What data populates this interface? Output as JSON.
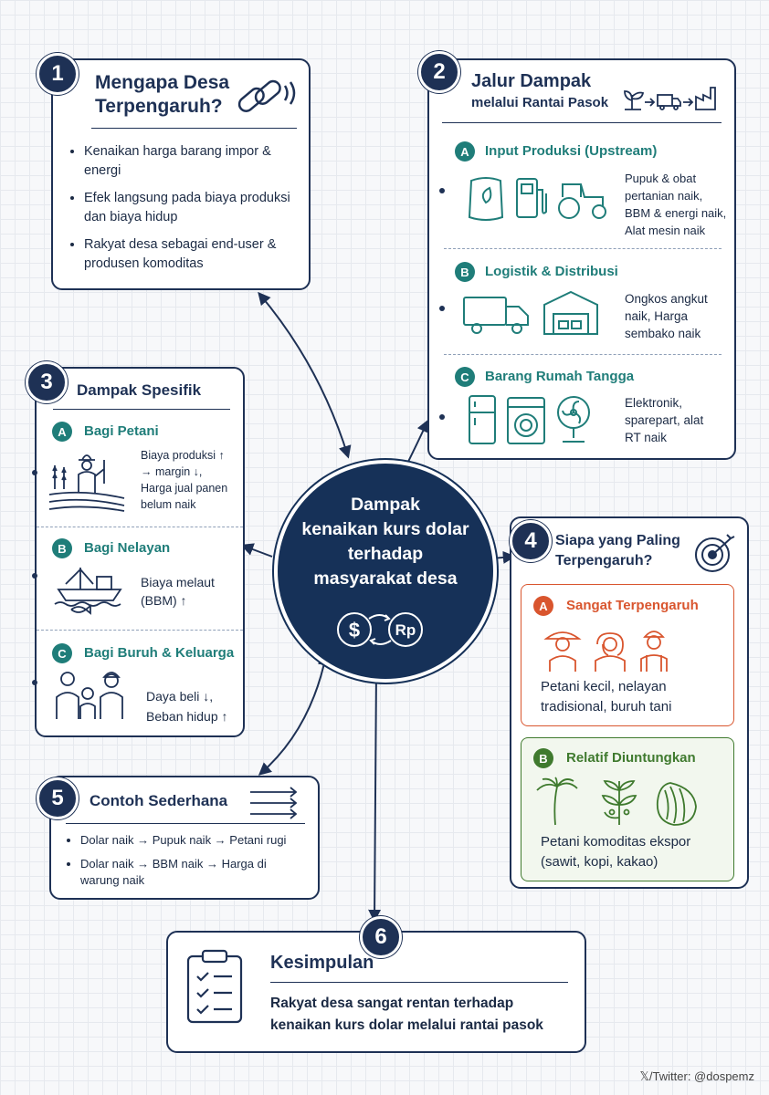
{
  "center": {
    "line1": "Dampak",
    "line2": "kenaikan kurs dolar",
    "line3": "terhadap",
    "line4": "masyarakat desa",
    "cur1": "$",
    "cur2": "Rp"
  },
  "s1": {
    "num": "1",
    "title_l1": "Mengapa Desa",
    "title_l2": "Terpengaruh?",
    "icon": "chain-link-icon",
    "bullets": [
      "Kenaikan harga barang impor & energi",
      "Efek langsung pada biaya produksi dan biaya hidup",
      "Rakyat desa sebagai end-user & produsen komoditas"
    ]
  },
  "s2": {
    "num": "2",
    "title_l1": "Jalur Dampak",
    "title_l2": "melalui Rantai Pasok",
    "icon": "supply-chain-icon",
    "a": {
      "badge": "A",
      "title": "Input Produksi (Upstream)",
      "text": "Pupuk & obat pertanian naik, BBM & energi naik, Alat mesin naik",
      "icons": [
        "fertilizer-bag-icon",
        "fuel-pump-icon",
        "tractor-icon"
      ]
    },
    "b": {
      "badge": "B",
      "title": "Logistik & Distribusi",
      "text": "Ongkos angkut naik, Harga sembako naik",
      "icons": [
        "truck-icon",
        "warehouse-icon"
      ]
    },
    "c": {
      "badge": "C",
      "title": "Barang Rumah Tangga",
      "text": "Elektronik, sparepart, alat RT naik",
      "icons": [
        "fridge-icon",
        "washing-machine-icon",
        "fan-icon"
      ]
    }
  },
  "s3": {
    "num": "3",
    "title": "Dampak Spesifik",
    "a": {
      "badge": "A",
      "title": "Bagi Petani",
      "text": "Biaya produksi ↑ → margin ↓, Harga jual panen belum naik",
      "icon": "farmer-icon"
    },
    "b": {
      "badge": "B",
      "title": "Bagi Nelayan",
      "text": "Biaya melaut (BBM) ↑",
      "icon": "fishing-boat-icon"
    },
    "c": {
      "badge": "C",
      "title": "Bagi Buruh & Keluarga",
      "text": "Daya beli ↓, Beban hidup ↑",
      "icon": "family-icon"
    }
  },
  "s4": {
    "num": "4",
    "title_l1": "Siapa yang Paling",
    "title_l2": "Terpengaruh?",
    "icon": "target-icon",
    "a": {
      "badge": "A",
      "title": "Sangat Terpengaruh",
      "text": "Petani kecil, nelayan tradisional, buruh tani",
      "icon": "workers-icon",
      "color": "#d9552e"
    },
    "b": {
      "badge": "B",
      "title": "Relatif Diuntungkan",
      "text": "Petani komoditas ekspor (sawit, kopi, kakao)",
      "icon": "palm-coffee-cocoa-icon",
      "color": "#3f7a2e"
    }
  },
  "s5": {
    "num": "5",
    "title": "Contoh Sederhana",
    "icon": "arrows-icon",
    "bullets": [
      "Dolar naik → Pupuk naik → Petani rugi",
      "Dolar naik → BBM naik → Harga di warung naik"
    ]
  },
  "s6": {
    "num": "6",
    "title": "Kesimpulan",
    "icon": "clipboard-checklist-icon",
    "text_l1": "Rakyat desa sangat rentan terhadap",
    "text_l2": "kenaikan kurs dolar melalui rantai pasok"
  },
  "credit": {
    "x": "𝕏",
    "text": "/Twitter: @dospemz"
  },
  "colors": {
    "navy": "#1e3155",
    "teal": "#1f7d79",
    "orange": "#d9552e",
    "green": "#3f7a2e"
  }
}
